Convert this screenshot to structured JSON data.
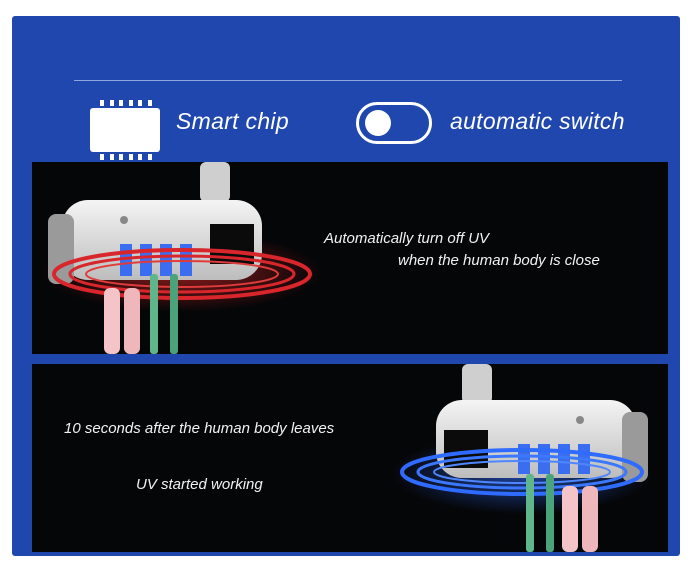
{
  "features": {
    "chip_label": "Smart chip",
    "switch_label": "automatic switch"
  },
  "panel_top": {
    "line1": "Automatically turn off UV",
    "line2": "when the human body is close"
  },
  "panel_bottom": {
    "line1": "10 seconds after the human body leaves",
    "line2": "UV started working"
  },
  "colors": {
    "frame_blue": "#1f47ad",
    "ring_red": "#d8262c",
    "ring_blue": "#2f6bff",
    "panel_black": "#050608"
  },
  "icons": {
    "chip": "smart-chip-icon",
    "switch": "toggle-switch-icon"
  }
}
